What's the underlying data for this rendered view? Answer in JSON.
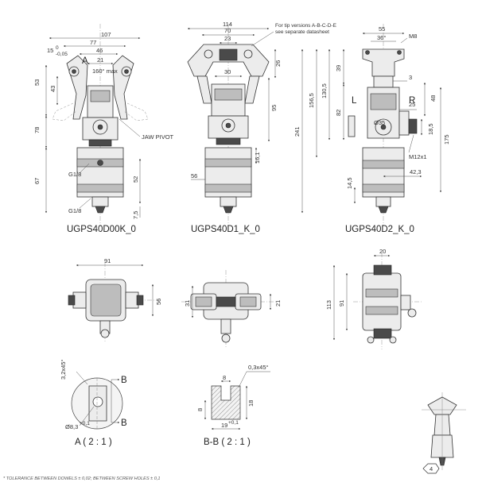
{
  "views": {
    "v1": {
      "title": "UGPS40D00K_0",
      "dims": {
        "w107": "107",
        "w77": "77",
        "w46": "46",
        "w21": "21",
        "tol": "15",
        "tol_up": "0",
        "tol_lo": "-0,05",
        "letter_a": "A",
        "angle": "160° max",
        "h53": "53",
        "h43": "43",
        "h78": "78",
        "h67": "67",
        "h52": "52",
        "h7_5": "7,5",
        "jaw_pivot": "JAW PIVOT",
        "g18_top": "G1/8",
        "g18_bot": "G1/8"
      }
    },
    "v2": {
      "title": "UGPS40D1_K_0",
      "dims": {
        "w114": "114",
        "w70": "70",
        "w23": "23",
        "w30": "30",
        "h26": "26",
        "h95": "95",
        "h56": "56",
        "h16_1": "16,1"
      },
      "note1": "For tip versions A-B-C-D-E",
      "note2": "see separate datasheet"
    },
    "v3": {
      "title": "UGPS40D2_K_0",
      "dims": {
        "w55": "55",
        "a36": "36°",
        "m8": "M8",
        "h39": "39",
        "h130_5": "130,5",
        "h156_5": "156,5",
        "h241": "241",
        "h82": "82",
        "h3": "3",
        "h48": "48",
        "h25": "25",
        "d35": "Ø35",
        "h175": "175",
        "h18_5": "18,5",
        "m12": "M12x1",
        "w42_3": "42,3",
        "h14_5": "14,5",
        "side_l": "L",
        "side_r": "R"
      }
    },
    "top1": {
      "dims": {
        "w91": "91",
        "h56": "56"
      }
    },
    "top2": {
      "dims": {
        "h31": "31",
        "h21": "21"
      }
    },
    "top3": {
      "dims": {
        "w20": "20",
        "h113": "113",
        "h91": "91"
      }
    },
    "detailA": {
      "title": "A ( 2 : 1 )",
      "dims": {
        "chamfer": "3,2x45°",
        "b1": "B",
        "b2": "B",
        "dia": "Ø8,3",
        "dia_tol": "+0,1"
      }
    },
    "sectionBB": {
      "title": "B-B ( 2 : 1 )",
      "dims": {
        "chamfer": "0,3x45°",
        "w8": "8",
        "h8": "8",
        "h18": "18",
        "w19": "19",
        "tol": "+0,1"
      }
    }
  },
  "footer": {
    "tolerance_note": "* TOLERANCE BETWEEN DOWELS ± 0,02; BETWEEN SCREW HOLES ± 0,1",
    "page_number": "4"
  }
}
